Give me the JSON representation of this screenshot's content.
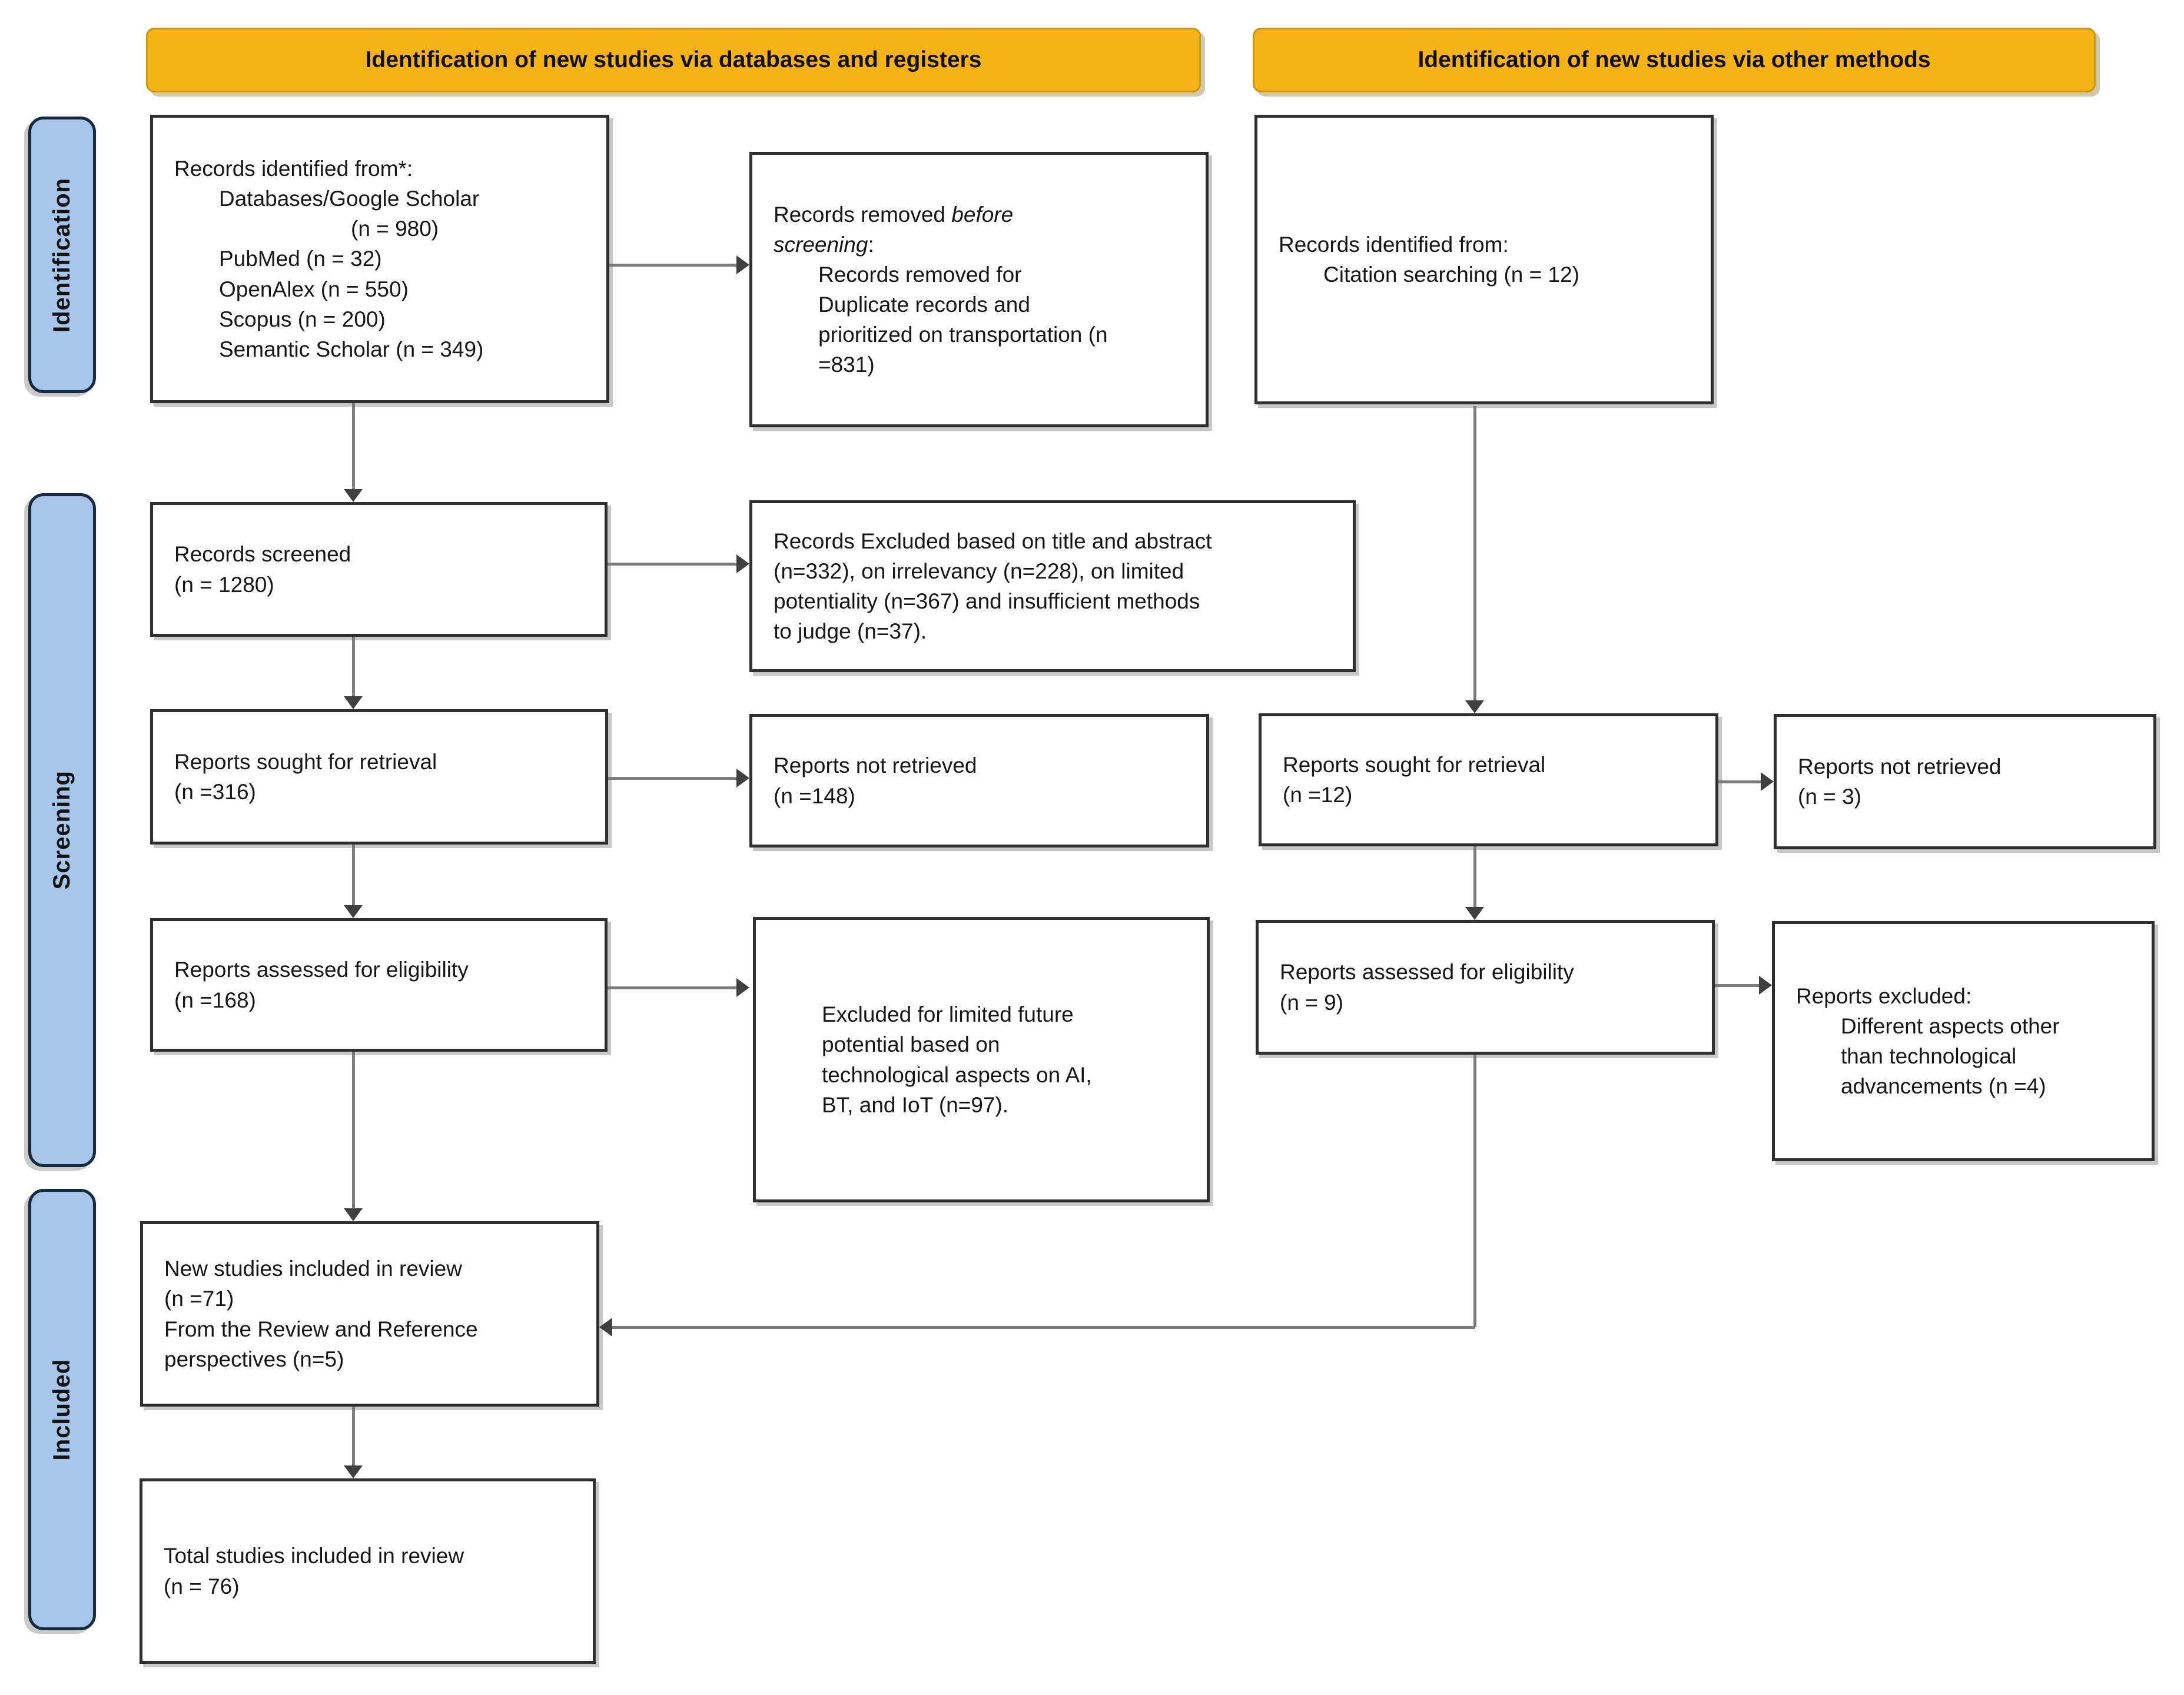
{
  "theme": {
    "banner_bg": "#F5B316",
    "sidebar_bg": "#A6C6E9",
    "border_dark": "#2F2F2F",
    "arrow_gray": "#7B7B7B",
    "arrowhead": "#3F3F3F"
  },
  "banners": {
    "left": "Identification of new studies via databases and registers",
    "right": "Identification of new studies via other methods"
  },
  "sidebar": {
    "items": [
      "Identification",
      "Screening",
      "Included"
    ]
  },
  "boxes": {
    "records_identified": {
      "lines": [
        "Records identified from*:",
        "Databases/Google Scholar",
        "(n = 980)",
        "PubMed (n = 32)",
        "OpenAlex (n = 550)",
        "Scopus (n = 200)",
        "Semantic Scholar (n = 349)"
      ]
    },
    "records_removed": {
      "l1_normal": "Records removed ",
      "l1_italic": "before",
      "l2_italic": "screening",
      "l2_colon": ":",
      "indent_lines": [
        "Records removed for",
        "Duplicate records and",
        "prioritized on transportation (n",
        "=831)"
      ]
    },
    "records_identified_other": {
      "lines": [
        "Records identified from:",
        "Citation searching (n = 12)"
      ]
    },
    "records_screened": {
      "lines": [
        "Records screened",
        "(n = 1280)"
      ]
    },
    "records_excluded": {
      "lines": [
        "Records Excluded based on title and abstract",
        "(n=332), on irrelevancy (n=228), on limited",
        "potentiality (n=367) and insufficient methods",
        "to judge (n=37)."
      ]
    },
    "reports_sought_left": {
      "lines": [
        "Reports sought for retrieval",
        "(n =316)"
      ]
    },
    "reports_not_retrieved_left": {
      "lines": [
        "Reports not retrieved",
        "(n =148)"
      ]
    },
    "reports_sought_right": {
      "lines": [
        "Reports sought for retrieval",
        "(n =12)"
      ]
    },
    "reports_not_retrieved_right": {
      "lines": [
        "Reports not retrieved",
        "(n = 3)"
      ]
    },
    "reports_assessed_left": {
      "lines": [
        "Reports assessed for eligibility",
        "(n =168)"
      ]
    },
    "excluded_limited_future": {
      "lines": [
        "Excluded for limited future",
        "potential based on",
        "technological aspects on AI,",
        "BT, and IoT (n=97)."
      ]
    },
    "reports_assessed_right": {
      "lines": [
        "Reports assessed for eligibility",
        "(n = 9)"
      ]
    },
    "reports_excluded_right": {
      "head": "Reports excluded:",
      "indent_lines": [
        "Different aspects other",
        "than technological",
        "advancements (n =4)"
      ]
    },
    "new_studies": {
      "lines": [
        "New studies included in review",
        "(n =71)",
        "From the Review and Reference",
        "perspectives (n=5)"
      ]
    },
    "total_studies": {
      "lines": [
        "Total studies included in review",
        "(n = 76)"
      ]
    }
  }
}
